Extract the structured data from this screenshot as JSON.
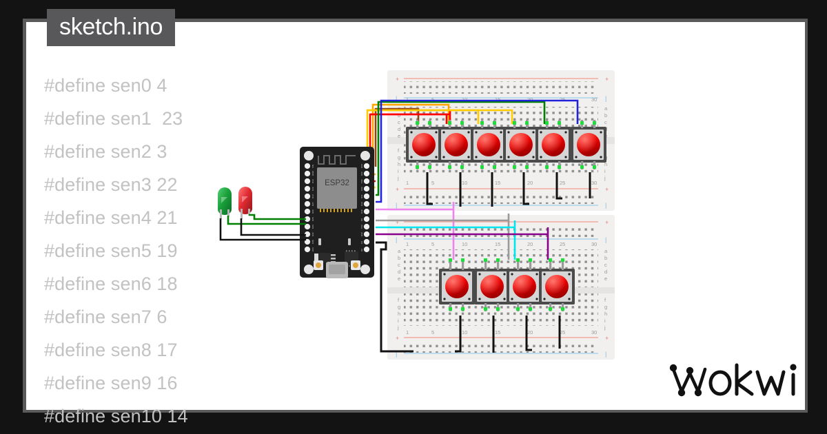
{
  "app": {
    "name": "Wokwi",
    "logo_text": "wokwi",
    "background_color": "#131313",
    "panel_color": "#ffffff",
    "panel_shadow_color": "#5a5a5a"
  },
  "tab": {
    "label": "sketch.ino",
    "background_color": "#58585a",
    "text_color": "#ffffff"
  },
  "editor": {
    "text_color": "#c2c2c2",
    "lines": [
      "#define sen0 4",
      "#define sen1  23",
      "#define sen2 3",
      "#define sen3 22",
      "#define sen4 21",
      "#define sen5 19",
      "#define sen6 18",
      "#define sen7 6",
      "#define sen8 17",
      "#define sen9 16",
      "#define sen10 14"
    ]
  },
  "diagram": {
    "board": {
      "name": "ESP32",
      "chip_label": "ESP32",
      "body_color": "#1f1f1f",
      "shield_color": "#8d8d8d",
      "left_pins": [
        "VIN",
        "GND",
        "D13",
        "D12",
        "D14",
        "D27",
        "D26",
        "D25",
        "D33",
        "D32",
        "D35",
        "D34",
        "VN",
        "VP",
        "EN"
      ],
      "right_pins": [
        "D23",
        "D22",
        "TX0",
        "RX0",
        "D21",
        "D19",
        "D18",
        "D5",
        "TX2",
        "RX2",
        "D4",
        "D2",
        "D15",
        "GND",
        "3V3"
      ]
    },
    "leds": [
      {
        "name": "green-led",
        "color": "#2db34a",
        "label": "green"
      },
      {
        "name": "red-led",
        "color": "#e8434a",
        "label": "red"
      }
    ],
    "breadboards": [
      {
        "name": "breadboard-top",
        "column_labels": [
          "1",
          "5",
          "10",
          "15",
          "20",
          "25",
          "30"
        ],
        "row_labels_upper": [
          "a",
          "b",
          "c",
          "d",
          "e"
        ],
        "row_labels_lower": [
          "f",
          "g",
          "h",
          "i",
          "j"
        ],
        "rail_plus": "+",
        "rail_minus": "|",
        "pushbutton_count": 6,
        "pushbutton_color": "#f01111"
      },
      {
        "name": "breadboard-bottom",
        "column_labels": [
          "1",
          "5",
          "10",
          "15",
          "20",
          "25",
          "30"
        ],
        "row_labels_upper": [
          "a",
          "b",
          "c",
          "d",
          "e"
        ],
        "row_labels_lower": [
          "f",
          "g",
          "h",
          "i",
          "j"
        ],
        "rail_plus": "+",
        "rail_minus": "|",
        "pushbutton_count": 4,
        "pushbutton_color": "#f01111"
      }
    ],
    "wire_colors": {
      "brown": "#8b4513",
      "orange": "#ffa500",
      "red": "#ff0000",
      "yellow": "#ffcc00",
      "green": "#008000",
      "blue": "#2222dd",
      "pink": "#ee82ee",
      "gray": "#9a9a9a",
      "cyan": "#00e5ee",
      "purple": "#8b008b",
      "black": "#111111",
      "led_green": "#008000"
    }
  }
}
